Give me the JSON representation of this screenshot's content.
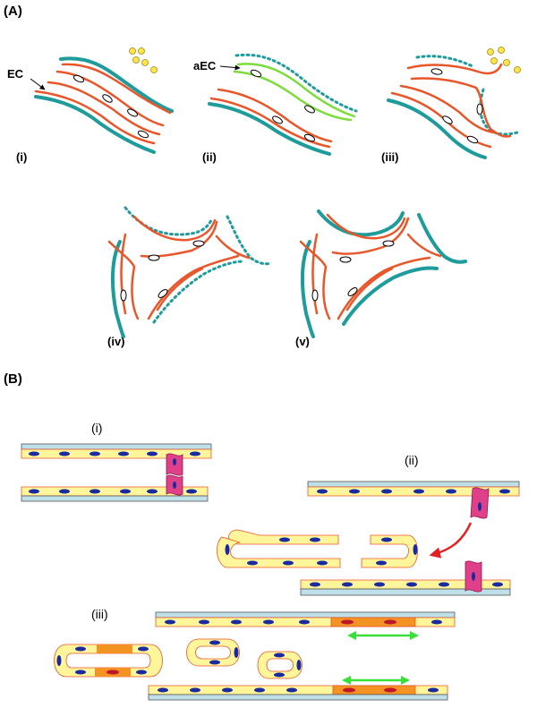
{
  "panel_a": {
    "label": "(A)",
    "stages": [
      "(i)",
      "(ii)",
      "(iii)",
      "(iv)",
      "(v)"
    ],
    "ec_label": "EC",
    "aec_label": "aEC"
  },
  "panel_b": {
    "label": "(B)",
    "stages": [
      "(i)",
      "(ii)",
      "(iii)"
    ]
  },
  "colors": {
    "endothelium": "#e8562a",
    "basement_membrane": "#1e9b9b",
    "activated_ec": "#7ddc3c",
    "growth_factor": "#ffe44a",
    "cell_fill": "#fff59a",
    "nucleus": "#1a2aa0",
    "pericyte": "#e0408a",
    "lumen": "#bfe0e8",
    "fused_cell": "#f29324",
    "migration_arrow": "#e51f1f",
    "double_arrow": "#3ae03a"
  },
  "icons": {
    "growth_factor_dots": "circle-cluster",
    "migration_arrow": "curved-arrow",
    "anastomosis_arrow": "double-headed-arrow"
  }
}
